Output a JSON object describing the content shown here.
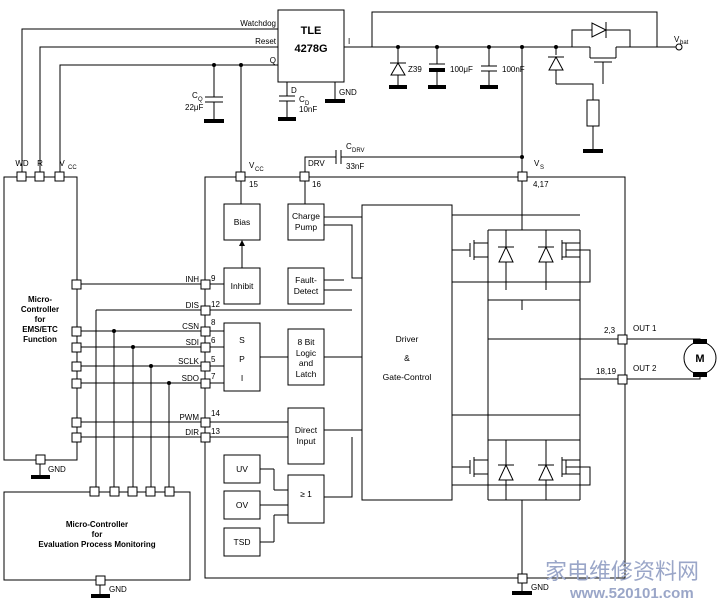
{
  "regulator": {
    "name": "TLE",
    "part": "4278G",
    "pins": {
      "watchdog": "Watchdog",
      "reset": "Reset",
      "q": "Q",
      "i": "I",
      "d": "D",
      "gnd": "GND"
    }
  },
  "supply": {
    "z39": "Z39",
    "c100u": "100μF",
    "c100n": "100nF",
    "vbat": "V",
    "vbat_sub": "bat"
  },
  "caps": {
    "cq": "C",
    "cq_sub": "Q",
    "cq_val": "22μF",
    "cd": "C",
    "cd_sub": "D",
    "cd_val": "10nF",
    "cdrv": "C",
    "cdrv_sub": "DRV",
    "cdrv_val": "33nF"
  },
  "mcu1": {
    "wd": "WD",
    "r": "R",
    "vcc": "V",
    "vcc_sub": "CC",
    "line1": "Micro-",
    "line2": "Controller",
    "line3": "for",
    "line4": "EMS/ETC",
    "line5": "Function",
    "gnd": "GND"
  },
  "mcu2": {
    "line1": "Micro-Controller",
    "line2": "for",
    "line3": "Evaluation Process Monitoring",
    "gnd": "GND"
  },
  "chip": {
    "vcc_label": "V",
    "vcc_sub": "CC",
    "vcc_pin": "15",
    "drv_label": "DRV",
    "drv_pin": "16",
    "vs_label": "V",
    "vs_sub": "S",
    "vs_pin": "4,17",
    "signals": [
      {
        "name": "INH",
        "pin": "9"
      },
      {
        "name": "DIS",
        "pin": "12"
      },
      {
        "name": "CSN",
        "pin": "8"
      },
      {
        "name": "SDI",
        "pin": "6"
      },
      {
        "name": "SCLK",
        "pin": "5"
      },
      {
        "name": "SDO",
        "pin": "7"
      },
      {
        "name": "PWM",
        "pin": "14"
      },
      {
        "name": "DIR",
        "pin": "13"
      }
    ],
    "out1_pin": "2,3",
    "out1": "OUT 1",
    "out2_pin": "18,19",
    "out2": "OUT 2",
    "gnd": "GND"
  },
  "blocks": {
    "bias": "Bias",
    "inhibit": "Inhibit",
    "charge_pump_1": "Charge",
    "charge_pump_2": "Pump",
    "fault_1": "Fault-",
    "fault_2": "Detect",
    "spi_s": "S",
    "spi_p": "P",
    "spi_i": "I",
    "logic_1": "8 Bit",
    "logic_2": "Logic",
    "logic_3": "and",
    "logic_4": "Latch",
    "direct_1": "Direct",
    "direct_2": "Input",
    "uv": "UV",
    "ov": "OV",
    "tsd": "TSD",
    "or": "≥ 1",
    "driver_1": "Driver",
    "driver_2": "&",
    "driver_3": "Gate-Control"
  },
  "motor": "M",
  "watermark": {
    "chars": "家电维修资料网",
    "url": "www.520101.com"
  }
}
